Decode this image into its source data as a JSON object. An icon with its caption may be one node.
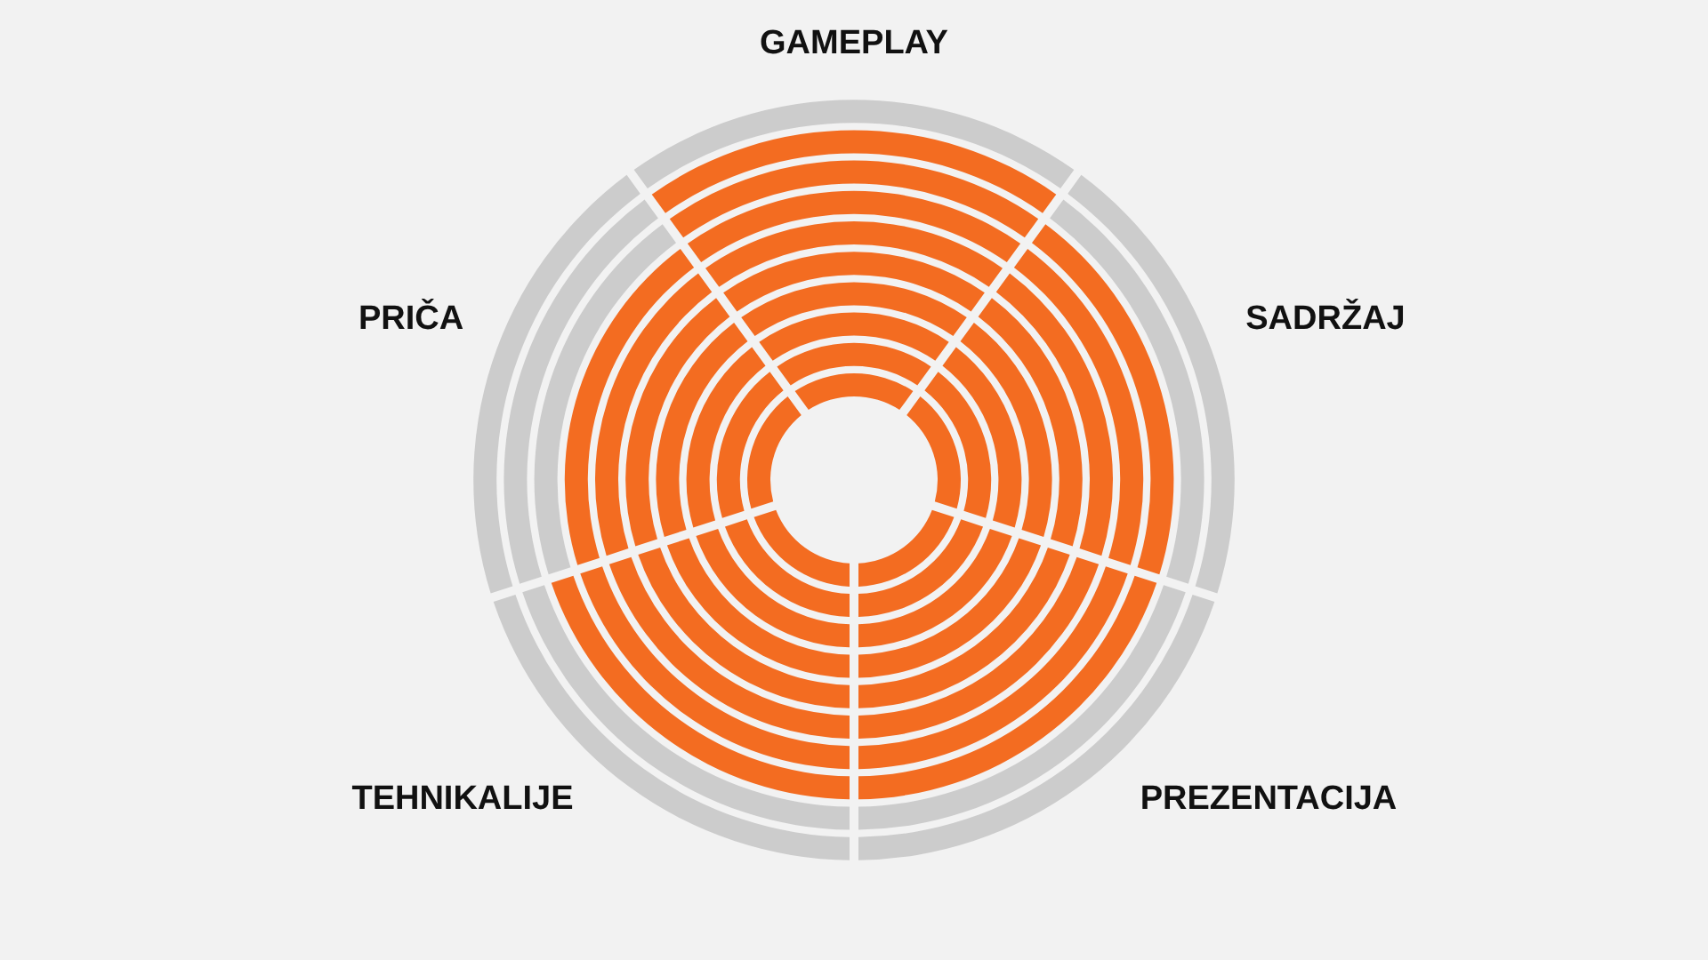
{
  "diagram": {
    "labels": [
      "GAMEPLAY",
      "PRIČA",
      "SADRŽAJ",
      "TEHNIKALIJE",
      "PREZENTACIJA"
    ]
  }
}
